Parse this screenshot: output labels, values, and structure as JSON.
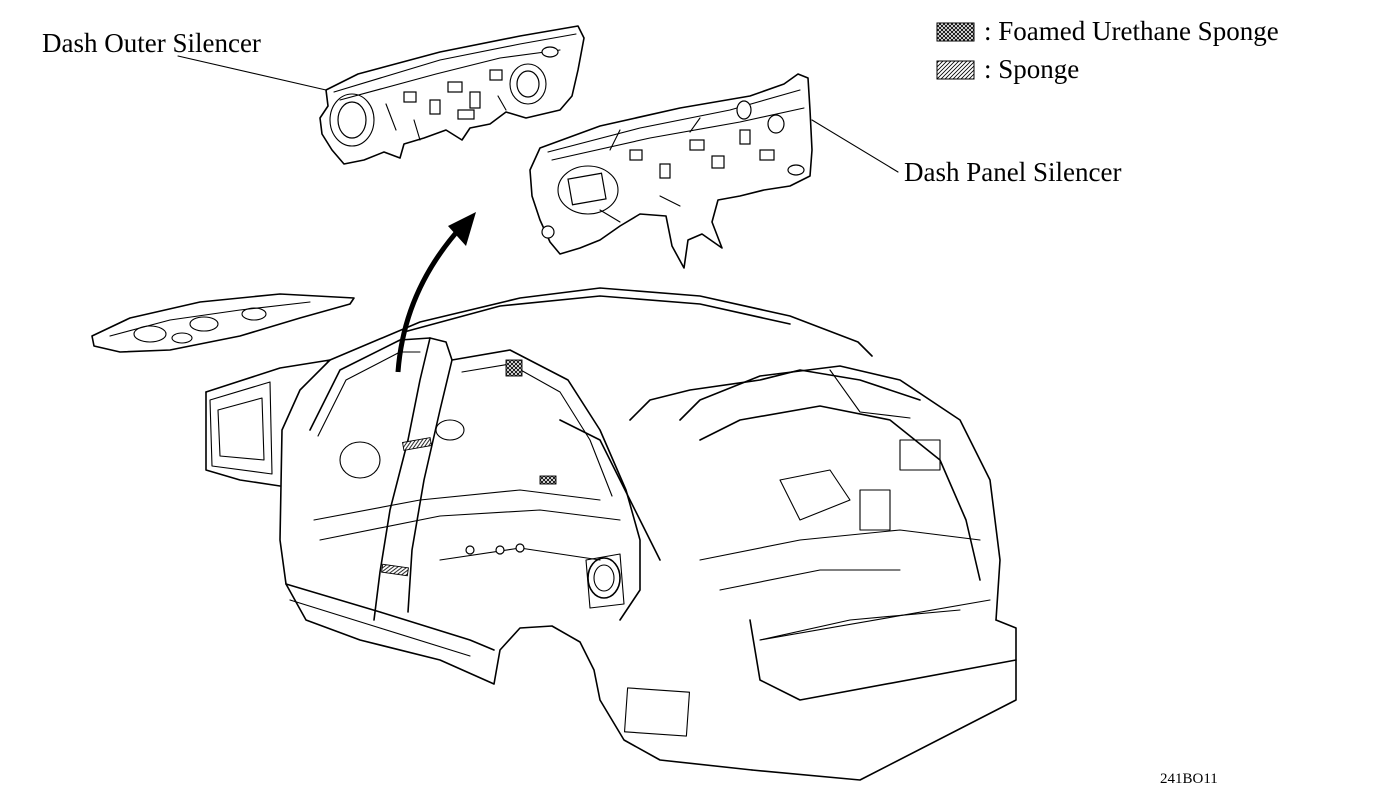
{
  "labels": {
    "dash_outer_silencer": "Dash Outer Silencer",
    "dash_panel_silencer": "Dash Panel Silencer"
  },
  "legend": {
    "items": [
      {
        "swatch": "foamed-urethane-swatch",
        "text": ": Foamed Urethane Sponge"
      },
      {
        "swatch": "sponge-swatch",
        "text": ": Sponge"
      }
    ]
  },
  "figure_id": "241BO11",
  "colors": {
    "ink": "#000000",
    "paper": "#ffffff"
  }
}
